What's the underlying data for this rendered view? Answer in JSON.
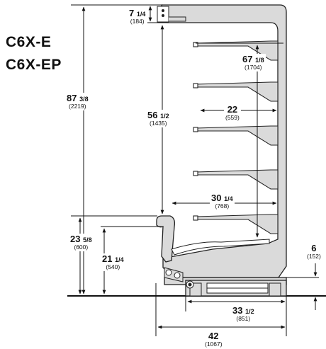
{
  "models": [
    "C6X-E",
    "C6X-EP"
  ],
  "dimensions": {
    "top_canopy": {
      "inch": "7",
      "frac": "1/4",
      "mm": "(184)"
    },
    "shelf_height": {
      "inch": "67",
      "frac": "1/8",
      "mm": "(1704)"
    },
    "overall_height": {
      "inch": "87",
      "frac": "3/8",
      "mm": "(2219)"
    },
    "display_opening": {
      "inch": "56",
      "frac": "1/2",
      "mm": "(1435)"
    },
    "shelf_depth": {
      "inch": "22",
      "frac": "",
      "mm": "(559)"
    },
    "deck_depth": {
      "inch": "30",
      "frac": "1/4",
      "mm": "(768)"
    },
    "bumper_height": {
      "inch": "23",
      "frac": "5/8",
      "mm": "(600)"
    },
    "deck_height": {
      "inch": "21",
      "frac": "1/4",
      "mm": "(540)"
    },
    "base_offset": {
      "inch": "6",
      "frac": "",
      "mm": "(152)"
    },
    "base_depth": {
      "inch": "33",
      "frac": "1/2",
      "mm": "(851)"
    },
    "overall_depth": {
      "inch": "42",
      "frac": "",
      "mm": "(1067)"
    }
  },
  "colors": {
    "case": "#dadada",
    "outline": "#222222"
  },
  "shelf_count": 5
}
